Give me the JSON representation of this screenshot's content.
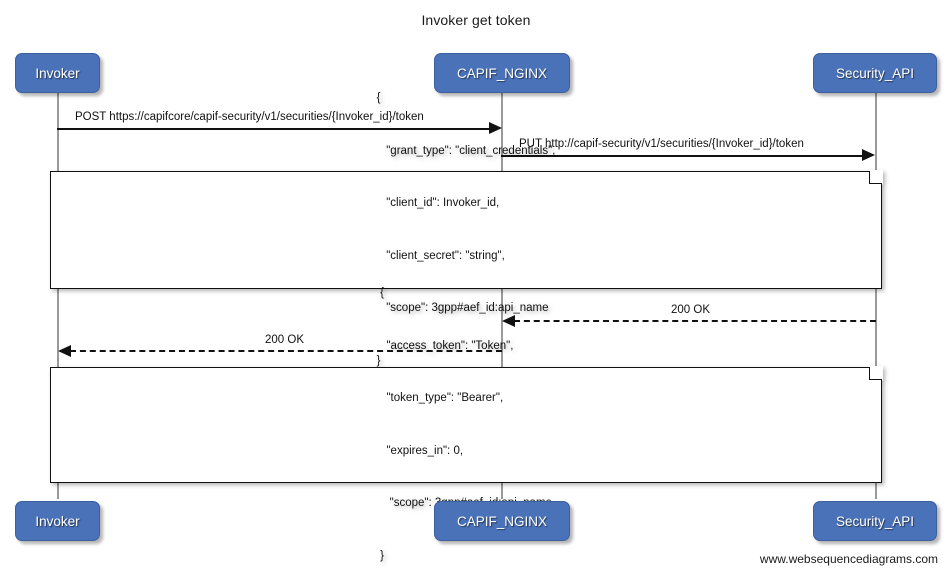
{
  "diagram": {
    "title": "Invoker get token",
    "watermark": "www.websequencediagrams.com",
    "accent_color": "#4a72b8",
    "line_color": "#111111",
    "lifeline_color": "#9a9a9a"
  },
  "participants": [
    {
      "id": "invoker",
      "label": "Invoker"
    },
    {
      "id": "capif_nginx",
      "label": "CAPIF_NGINX"
    },
    {
      "id": "security_api",
      "label": "Security_API"
    }
  ],
  "participants_bottom": [
    {
      "id": "invoker",
      "label": "Invoker"
    },
    {
      "id": "capif_nginx",
      "label": "CAPIF_NGINX"
    },
    {
      "id": "security_api",
      "label": "Security_API"
    }
  ],
  "messages": [
    {
      "id": "msg1",
      "label": "POST https://capifcore/capif-security/v1/securities/{Invoker_id}/token",
      "from": "invoker",
      "to": "capif_nginx",
      "style": "solid",
      "direction": "right"
    },
    {
      "id": "msg2",
      "label": "PUT http://capif-security/v1/securities/{Invoker_id}/token",
      "from": "capif_nginx",
      "to": "security_api",
      "style": "solid",
      "direction": "right"
    },
    {
      "id": "msg3",
      "label": "200 OK",
      "from": "security_api",
      "to": "capif_nginx",
      "style": "dashed",
      "direction": "left"
    },
    {
      "id": "msg4",
      "label": "200 OK",
      "from": "capif_nginx",
      "to": "invoker",
      "style": "dashed",
      "direction": "left"
    }
  ],
  "notes": [
    {
      "id": "note-request",
      "lines": [
        "{",
        "   \"grant_type\": \"client_credentials\",",
        "   \"client_id\": Invoker_id,",
        "   \"client_secret\": \"string\",",
        "   \"scope\": 3gpp#aef_id:api_name",
        "}"
      ]
    },
    {
      "id": "note-response",
      "lines": [
        "{",
        "  \"access_token\": \"Token\",",
        "  \"token_type\": \"Bearer\",",
        "  \"expires_in\": 0,",
        "   \"scope\": 3gpp#aef_id:api_name",
        "}"
      ]
    }
  ]
}
